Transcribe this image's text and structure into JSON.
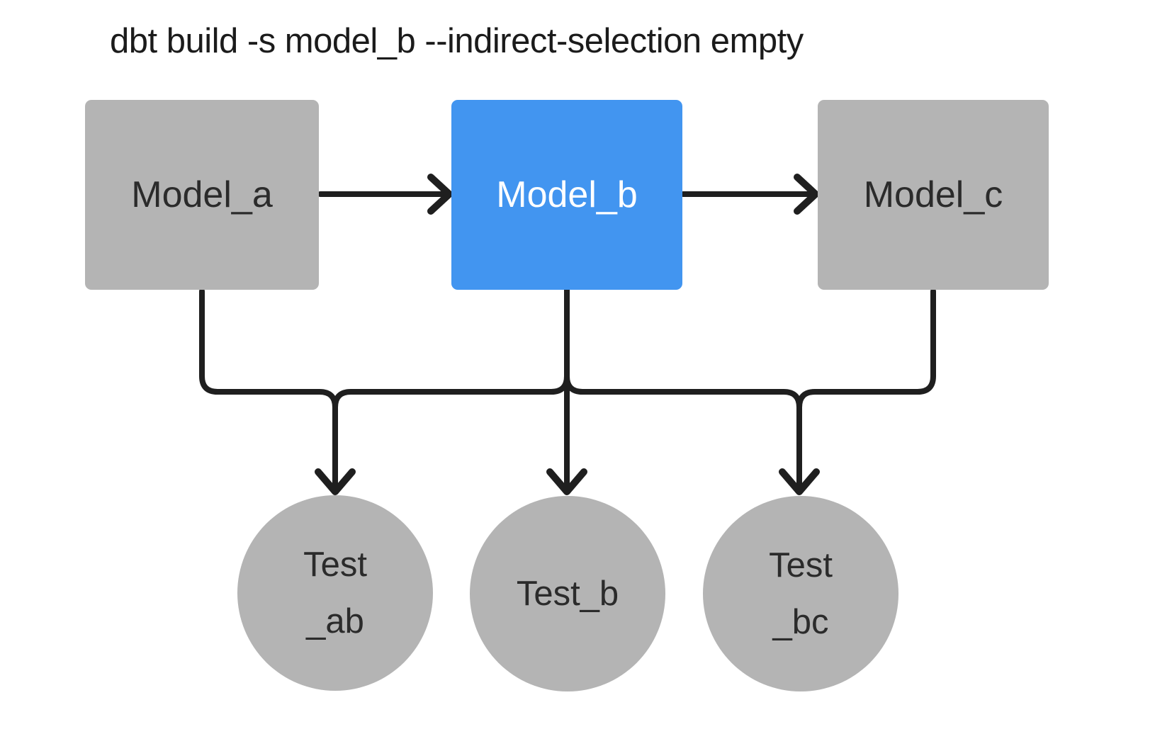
{
  "title": "dbt build -s model_b --indirect-selection empty",
  "colors": {
    "selected_node": "#4295f0",
    "unselected_node": "#b4b4b4",
    "edge": "#1f1f1f",
    "node_text_dark": "#2b2b2b",
    "node_text_light": "#ffffff",
    "background": "#ffffff"
  },
  "models": [
    {
      "id": "model_a",
      "label": "Model_a",
      "selected": false
    },
    {
      "id": "model_b",
      "label": "Model_b",
      "selected": true
    },
    {
      "id": "model_c",
      "label": "Model_c",
      "selected": false
    }
  ],
  "tests": [
    {
      "id": "test_ab",
      "line1": "Test",
      "line2": "_ab"
    },
    {
      "id": "test_b",
      "line1": "Test_b",
      "line2": ""
    },
    {
      "id": "test_bc",
      "line1": "Test",
      "line2": "_bc"
    }
  ],
  "edges": [
    {
      "from": "model_a",
      "to": "model_b"
    },
    {
      "from": "model_b",
      "to": "model_c"
    },
    {
      "from": "model_a",
      "to": "test_ab"
    },
    {
      "from": "model_b",
      "to": "test_ab"
    },
    {
      "from": "model_b",
      "to": "test_b"
    },
    {
      "from": "model_b",
      "to": "test_bc"
    },
    {
      "from": "model_c",
      "to": "test_bc"
    }
  ]
}
